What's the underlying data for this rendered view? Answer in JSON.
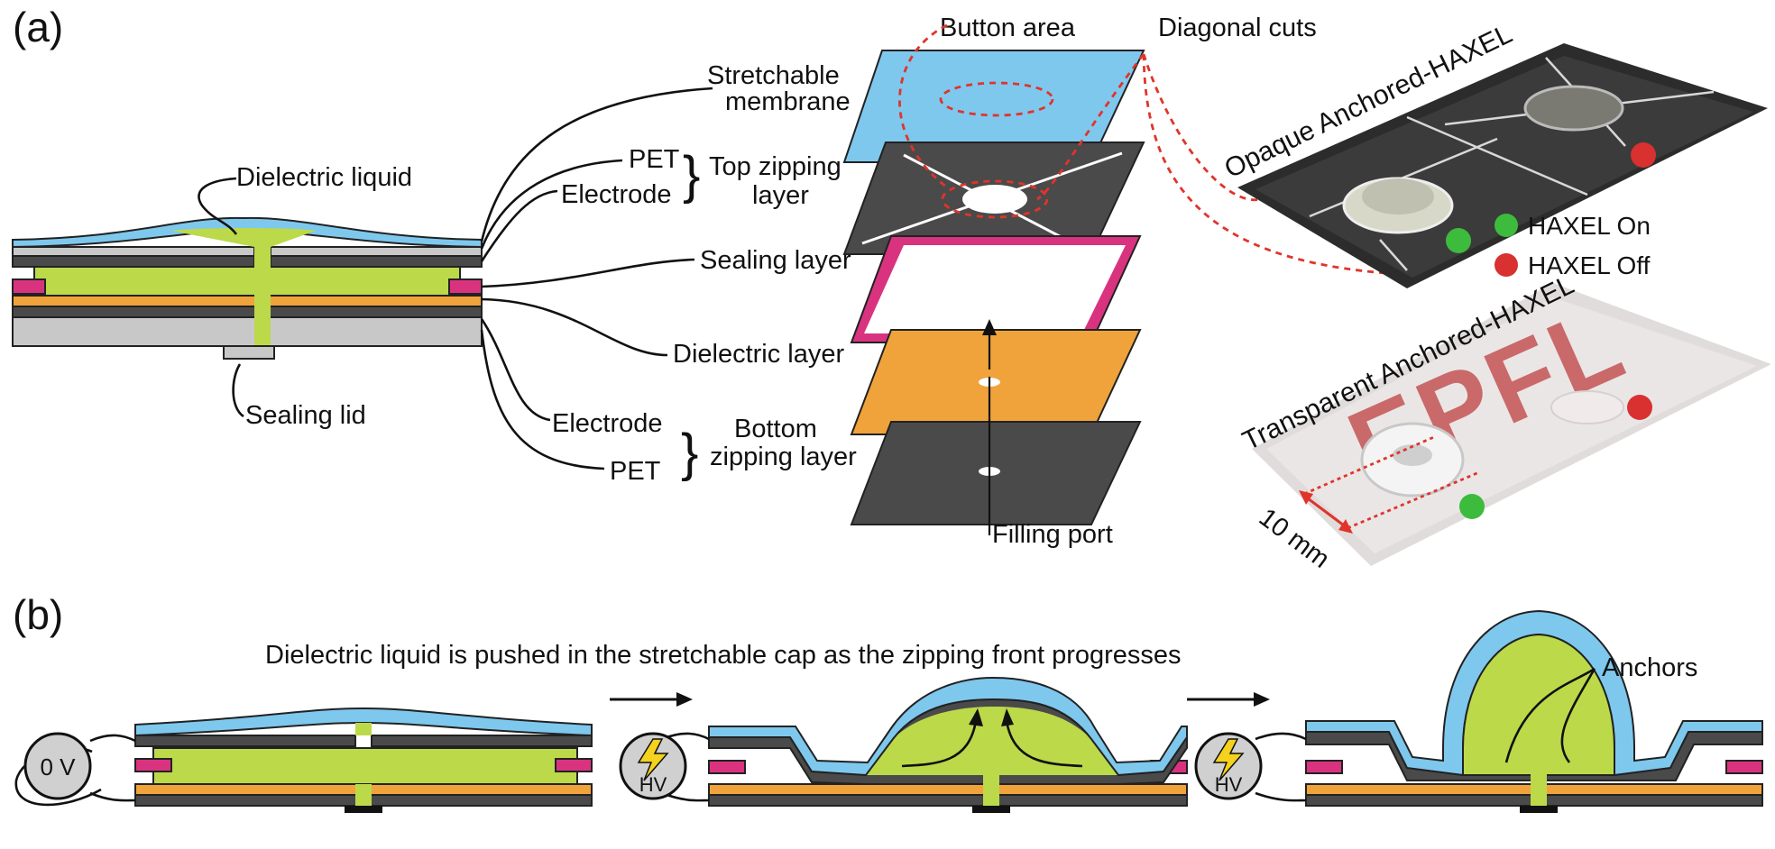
{
  "panels": {
    "a": "(a)",
    "b": "(b)"
  },
  "cross_section_labels": {
    "dielectric_liquid": "Dielectric liquid",
    "sealing_lid": "Sealing lid"
  },
  "stack_labels": {
    "stretchable_membrane_line1": "Stretchable",
    "stretchable_membrane_line2": "membrane",
    "pet_top": "PET",
    "electrode_top": "Electrode",
    "top_zipping_line1": "Top zipping",
    "top_zipping_line2": "layer",
    "sealing_layer": "Sealing layer",
    "dielectric_layer": "Dielectric layer",
    "electrode_bottom": "Electrode",
    "pet_bottom": "PET",
    "bottom_zipping_line1": "Bottom",
    "bottom_zipping_line2": "zipping layer",
    "filling_port": "Filling port",
    "button_area": "Button area",
    "diagonal_cuts": "Diagonal cuts"
  },
  "photos": {
    "opaque_title": "Opaque Anchored-HAXEL",
    "transparent_title": "Transparent Anchored-HAXEL",
    "scale": "10 mm",
    "logo_text": "EPFL"
  },
  "legend": {
    "on": "HAXEL On",
    "off": "HAXEL Off",
    "on_color": "#3dbb3d",
    "off_color": "#d93030"
  },
  "panel_b": {
    "caption": "Dielectric liquid is pushed in the stretchable cap as the zipping front progresses",
    "source_off": "0 V",
    "source_on": "HV",
    "anchors": "Anchors",
    "icons": [
      "arrow-right-icon",
      "lightning-icon"
    ]
  },
  "colors": {
    "membrane": "#7ec8ee",
    "liquid": "#bcd94a",
    "sealing": "#d9337f",
    "dielectric": "#f0a33a",
    "zipping": "#4a4a4a",
    "pet": "#c8c8c8",
    "cuts": "#e0342b"
  }
}
